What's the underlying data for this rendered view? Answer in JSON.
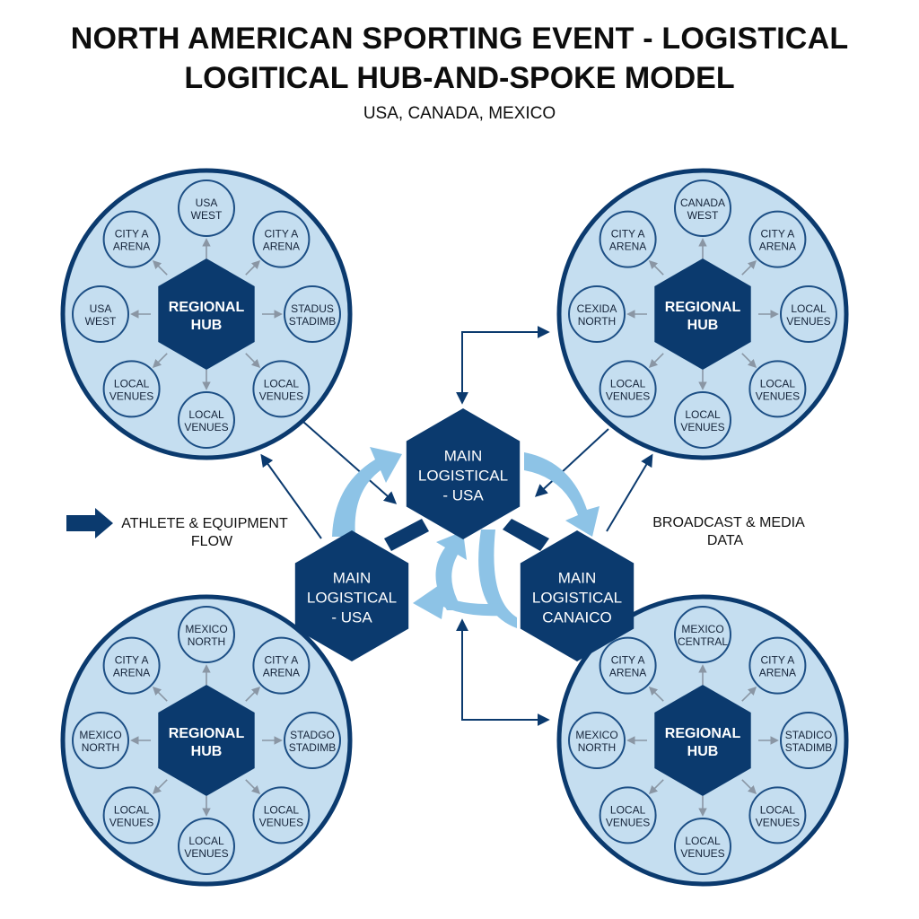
{
  "title_line1": "NORTH AMERICAN SPORTING EVENT - LOGISTICAL",
  "title_line2": "LOGITICAL HUB-AND-SPOKE MODEL",
  "subtitle": "USA, CANADA, MEXICO",
  "colors": {
    "navy": "#0b3a6e",
    "ring_fill": "#c5def0",
    "light_arrow": "#8dc3e6",
    "spoke_arrow": "#8a96a4",
    "node_border": "#1d4f85"
  },
  "regions": [
    {
      "name": "top-left",
      "hub": [
        "REGIONAL",
        "HUB"
      ],
      "nodes": [
        [
          "USA",
          "WEST"
        ],
        [
          "CITY A",
          "ARENA"
        ],
        [
          "STADUS",
          "STADIMB"
        ],
        [
          "LOCAL",
          "VENUES"
        ],
        [
          "LOCAL",
          "VENUES"
        ],
        [
          "LOCAL",
          "VENUES"
        ],
        [
          "USA",
          "WEST"
        ],
        [
          "CITY A",
          "ARENA"
        ]
      ]
    },
    {
      "name": "top-right",
      "hub": [
        "REGIONAL",
        "HUB"
      ],
      "nodes": [
        [
          "CANADA",
          "WEST"
        ],
        [
          "CITY A",
          "ARENA"
        ],
        [
          "LOCAL",
          "VENUES"
        ],
        [
          "LOCAL",
          "VENUES"
        ],
        [
          "LOCAL",
          "VENUES"
        ],
        [
          "LOCAL",
          "VENUES"
        ],
        [
          "CEXIDA",
          "NORTH"
        ],
        [
          "CITY A",
          "ARENA"
        ]
      ]
    },
    {
      "name": "bottom-left",
      "hub": [
        "REGIONAL",
        "HUB"
      ],
      "nodes": [
        [
          "MEXICO",
          "NORTH"
        ],
        [
          "CITY A",
          "ARENA"
        ],
        [
          "STADGO",
          "STADIMB"
        ],
        [
          "LOCAL",
          "VENUES"
        ],
        [
          "LOCAL",
          "VENUES"
        ],
        [
          "LOCAL",
          "VENUES"
        ],
        [
          "MEXICO",
          "NORTH"
        ],
        [
          "CITY A",
          "ARENA"
        ]
      ]
    },
    {
      "name": "bottom-right",
      "hub": [
        "REGIONAL",
        "HUB"
      ],
      "nodes": [
        [
          "MEXICO",
          "CENTRAL"
        ],
        [
          "CITY A",
          "ARENA"
        ],
        [
          "STADICO",
          "STADIMB"
        ],
        [
          "LOCAL",
          "VENUES"
        ],
        [
          "LOCAL",
          "VENUES"
        ],
        [
          "LOCAL",
          "VENUES"
        ],
        [
          "MEXICO",
          "NORTH"
        ],
        [
          "CITY A",
          "ARENA"
        ]
      ]
    }
  ],
  "main_hubs": [
    {
      "name": "main-top",
      "lines": [
        "MAIN",
        "LOGISTICAL",
        "- USA"
      ]
    },
    {
      "name": "main-left",
      "lines": [
        "MAIN",
        "LOGISTICAL",
        "- USA"
      ]
    },
    {
      "name": "main-right",
      "lines": [
        "MAIN",
        "LOGISTICAL",
        "CANAICO"
      ]
    }
  ],
  "legend": {
    "athlete": [
      "ATHLETE & EQUIPMENT",
      "FLOW"
    ],
    "broadcast": [
      "BROADCAST & MEDIA",
      "DATA"
    ]
  }
}
